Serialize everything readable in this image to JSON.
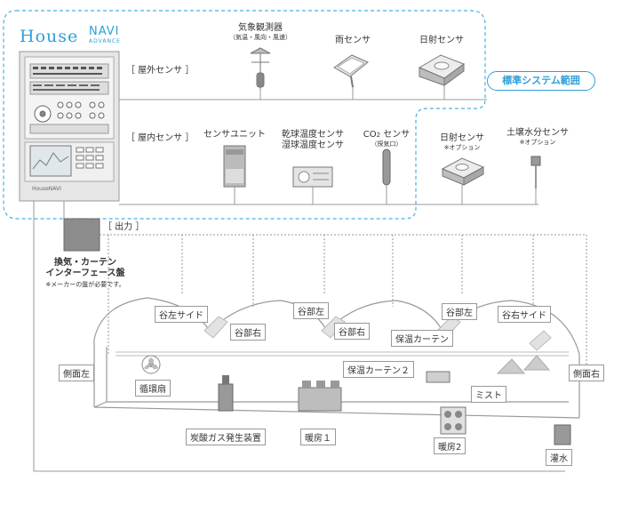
{
  "logo": {
    "house": "House",
    "navi": "NAVI",
    "advance": "ADVANCE"
  },
  "standard_range": "標準システム範囲",
  "brackets": {
    "outdoor": "［ 屋外センサ ］",
    "indoor": "［ 屋内センサ ］",
    "output": "［ 出力 ］"
  },
  "sensors": {
    "weather": {
      "label": "気象観測器",
      "sub": "（気温・風向・風速）"
    },
    "rain": "雨センサ",
    "solar_outdoor": "日射センサ",
    "sensor_unit": "センサユニット",
    "dry_wet": {
      "line1": "乾球温度センサ",
      "line2": "湿球温度センサ"
    },
    "co2": {
      "co": "CO",
      "sub2": "2",
      "rest": " センサ",
      "sub": "（探気口）"
    },
    "solar_indoor": {
      "label": "日射センサ",
      "sub": "※オプション"
    },
    "soil": {
      "label": "土壌水分センサ",
      "sub": "※オプション"
    }
  },
  "interface": {
    "line1": "換気・カーテン",
    "line2": "インターフェース盤",
    "note": "※メーカーの盤が必要です。"
  },
  "controller": {
    "brand": "HouseNAVI"
  },
  "greenhouse_labels": [
    "谷左サイド",
    "谷部右",
    "谷部左",
    "谷部右",
    "谷部左",
    "谷右サイド",
    "保温カーテン",
    "保温カーテン２",
    "側面左",
    "側面右"
  ],
  "equipment": {
    "circulation_fan": "循環扇",
    "co2_generator": "炭酸ガス発生装置",
    "heater1": "暖房１",
    "heater2": "暖房2",
    "mist": "ミスト",
    "irrigation": "灌水"
  }
}
